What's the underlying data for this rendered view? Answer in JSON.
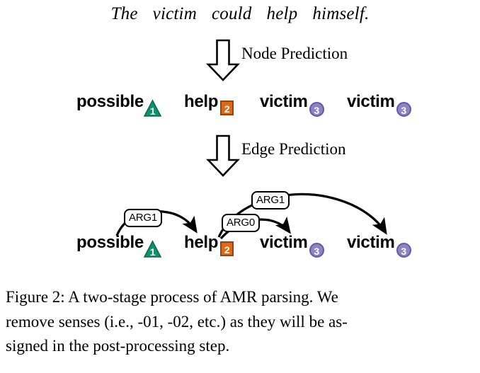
{
  "figure": {
    "sentence": {
      "words": [
        "The",
        "victim",
        "could",
        "help",
        "himself."
      ]
    },
    "stages": [
      {
        "id": "node-prediction",
        "label": "Node Prediction",
        "arrow": "down-block-arrow"
      },
      {
        "id": "edge-prediction",
        "label": "Edge Prediction",
        "arrow": "down-block-arrow"
      }
    ],
    "node_rows": [
      {
        "id": "after-node-prediction",
        "nodes": [
          {
            "label": "possible",
            "badge": "1",
            "badge_shape": "triangle",
            "badge_color": "#10916d",
            "badge_border": "#0b6b50"
          },
          {
            "label": "help",
            "badge": "2",
            "badge_shape": "square",
            "badge_color": "#de6a17",
            "badge_border": "#9c4207"
          },
          {
            "label": "victim",
            "badge": "3",
            "badge_shape": "circle",
            "badge_color": "#8b85c6",
            "badge_border": "#6258a8"
          },
          {
            "label": "victim",
            "badge": "3",
            "badge_shape": "circle",
            "badge_color": "#8b85c6",
            "badge_border": "#6258a8"
          }
        ]
      },
      {
        "id": "after-edge-prediction",
        "nodes": [
          {
            "label": "possible",
            "badge": "1",
            "badge_shape": "triangle",
            "badge_color": "#10916d",
            "badge_border": "#0b6b50"
          },
          {
            "label": "help",
            "badge": "2",
            "badge_shape": "square",
            "badge_color": "#de6a17",
            "badge_border": "#9c4207"
          },
          {
            "label": "victim",
            "badge": "3",
            "badge_shape": "circle",
            "badge_color": "#8b85c6",
            "badge_border": "#6258a8"
          },
          {
            "label": "victim",
            "badge": "3",
            "badge_shape": "circle",
            "badge_color": "#8b85c6",
            "badge_border": "#6258a8"
          }
        ]
      }
    ],
    "edges": [
      {
        "id": "possible-arg1-help",
        "label": "ARG1",
        "from": "possible",
        "to": "help"
      },
      {
        "id": "help-arg1-victim2",
        "label": "ARG1",
        "from": "help",
        "to": "victim-4"
      },
      {
        "id": "help-arg0-victim1",
        "label": "ARG0",
        "from": "help",
        "to": "victim-3"
      }
    ],
    "caption": {
      "lines": [
        "Figure 2:  A two-stage process of AMR parsing.  We",
        "remove senses (i.e., -01, -02, etc.)  as they will be as-",
        "signed in the post-processing step."
      ]
    }
  }
}
